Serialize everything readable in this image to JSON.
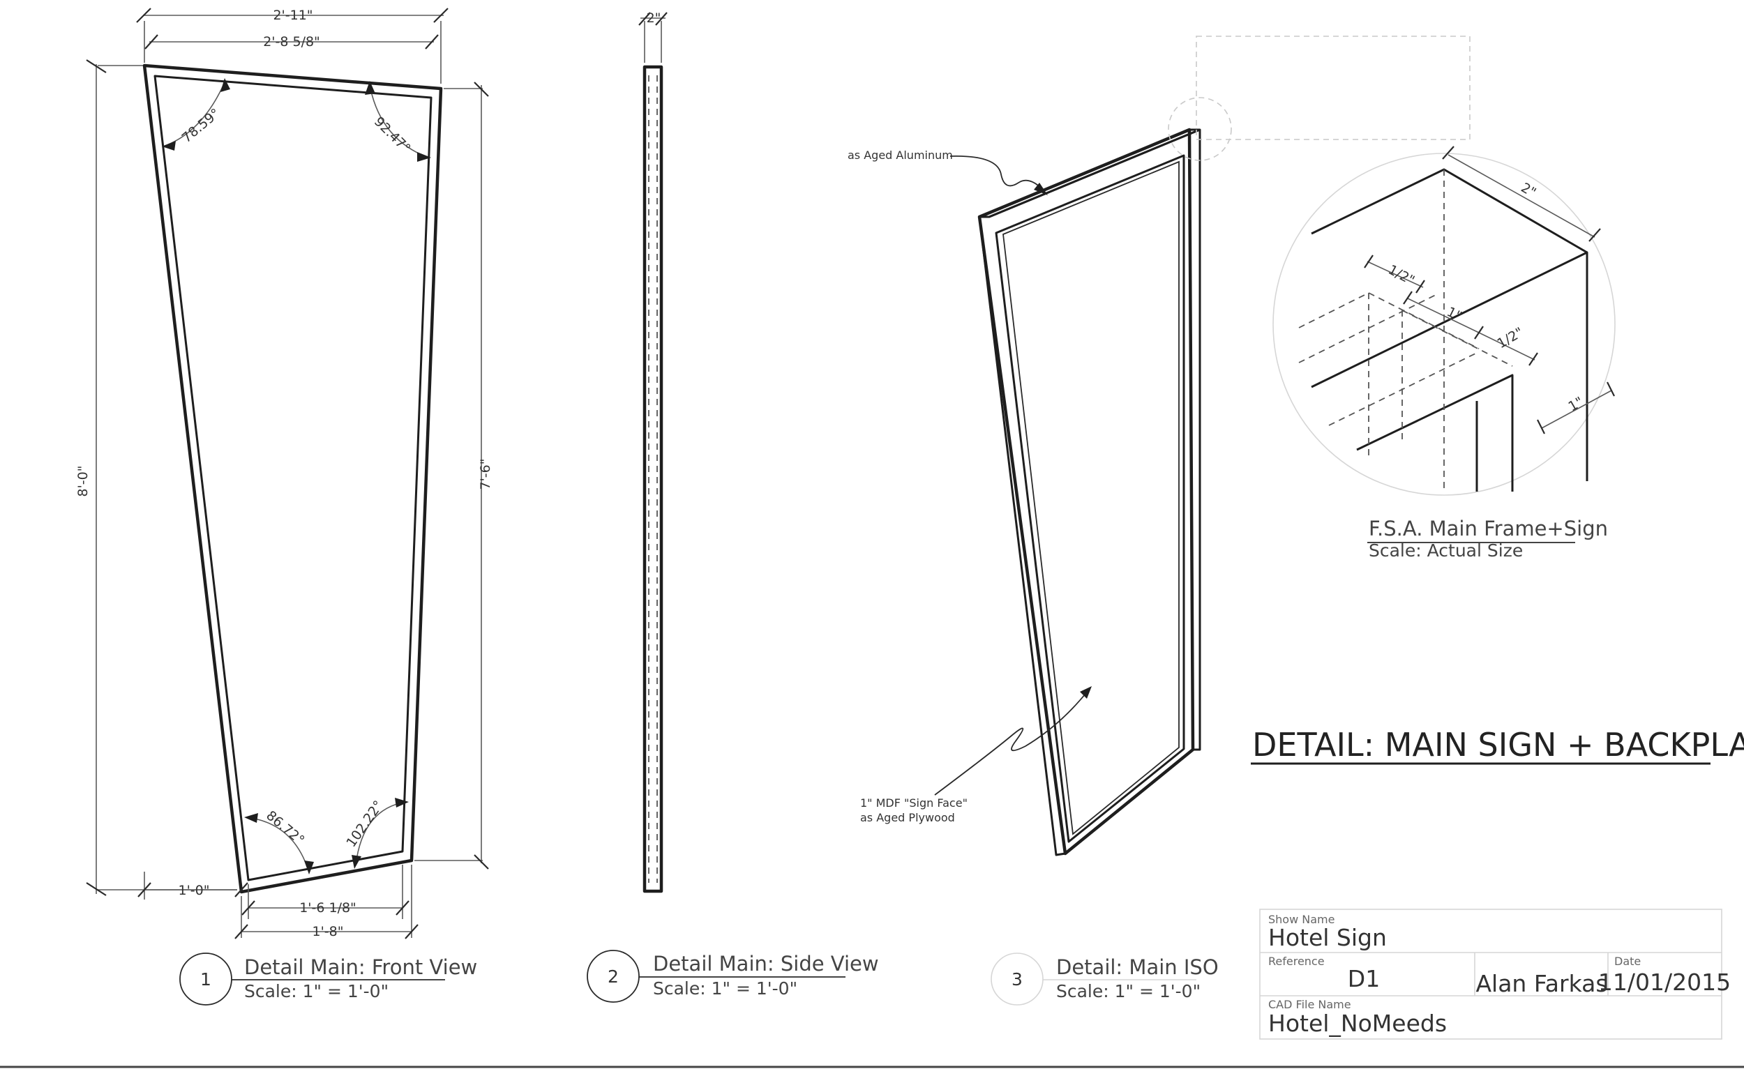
{
  "front_view": {
    "dims": {
      "top_overall": "2'-11\"",
      "top_inner": "2'-8 5/8\"",
      "left_height": "8'-0\"",
      "right_height": "7'-6\"",
      "bottom_offset": "1'-0\"",
      "bottom_inner": "1'-6 1/8\"",
      "bottom_overall": "1'-8\""
    },
    "angles": {
      "top_left": "78.59°",
      "top_right": "92.47°",
      "bottom_left": "86.72°",
      "bottom_right": "102.22°"
    }
  },
  "side_view": {
    "dims": {
      "thickness": "2\""
    }
  },
  "iso_view": {
    "callouts": {
      "aluminum": "as Aged Aluminum",
      "mdf_line1": "1\" MDF \"Sign Face\"",
      "mdf_line2": "as Aged Plywood"
    }
  },
  "corner_detail": {
    "dims": {
      "depth": "2\"",
      "half_a": "1/2\"",
      "one_a": "1\"",
      "half_b": "1/2\"",
      "one_b": "1\""
    },
    "title": "F.S.A. Main Frame+Sign",
    "scale": "Scale: Actual Size"
  },
  "view_labels": [
    {
      "number": "1",
      "title": "Detail Main: Front View",
      "scale": "Scale: 1\" = 1'-0\""
    },
    {
      "number": "2",
      "title": "Detail Main: Side View",
      "scale": "Scale: 1\" = 1'-0\""
    },
    {
      "number": "3",
      "title": "Detail: Main ISO",
      "scale": "Scale: 1\" = 1'-0\""
    }
  ],
  "sheet_title": "DETAIL: MAIN SIGN + BACKPLATE",
  "title_block": {
    "show_name_label": "Show Name",
    "show_name": "Hotel Sign",
    "reference_label": "Reference",
    "reference": "D1",
    "designer": "Alan Farkas",
    "date_label": "Date",
    "date": "11/01/2015",
    "cad_label": "CAD File Name",
    "cad_file": "Hotel_NoMeeds"
  }
}
